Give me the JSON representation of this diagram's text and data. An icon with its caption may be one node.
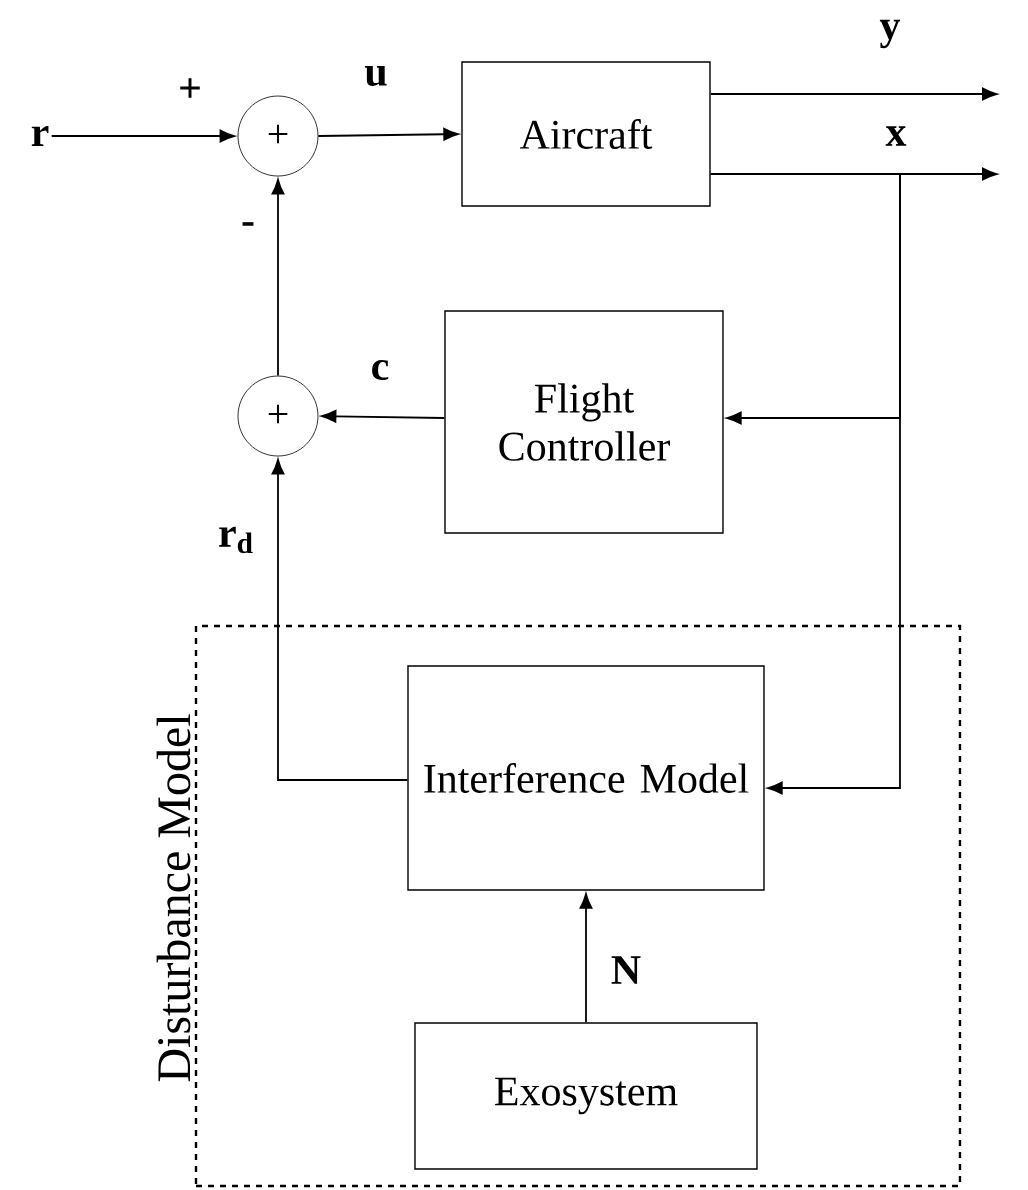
{
  "diagram": {
    "nodes": [
      {
        "text": [
          "r"
        ]
      },
      {
        "text": [
          "+"
        ],
        "beside": [
          "+",
          "-"
        ]
      },
      {
        "text": [
          "Aircraft"
        ]
      },
      {
        "text": [
          "+"
        ]
      },
      {
        "text": [
          "Flight Controller"
        ]
      },
      {
        "text": [
          "Disturbance Model"
        ]
      },
      {
        "text": [
          "Interference Model"
        ],
        "in": 5
      },
      {
        "text": [
          "Exosystem"
        ],
        "in": 5
      }
    ],
    "edges": [
      {
        "from": 0,
        "to": 1,
        "arrow": "to"
      },
      {
        "from": 1,
        "to": 2,
        "arrow": "to",
        "label": "u"
      },
      {
        "from": 2,
        "to": null,
        "arrow": "to",
        "label": "y"
      },
      {
        "from": 2,
        "to": null,
        "arrow": "to",
        "label": "x"
      },
      {
        "from": 2,
        "to": 4,
        "arrow": "to"
      },
      {
        "from": 2,
        "to": 6,
        "arrow": "to"
      },
      {
        "from": 4,
        "to": 3,
        "arrow": "to",
        "label": "c"
      },
      {
        "from": 6,
        "to": 3,
        "arrow": "to",
        "label": "**r**$_{d}$"
      },
      {
        "from": 3,
        "to": 1,
        "arrow": "to"
      },
      {
        "from": 7,
        "to": 6,
        "arrow": "to",
        "label": "N"
      }
    ]
  }
}
